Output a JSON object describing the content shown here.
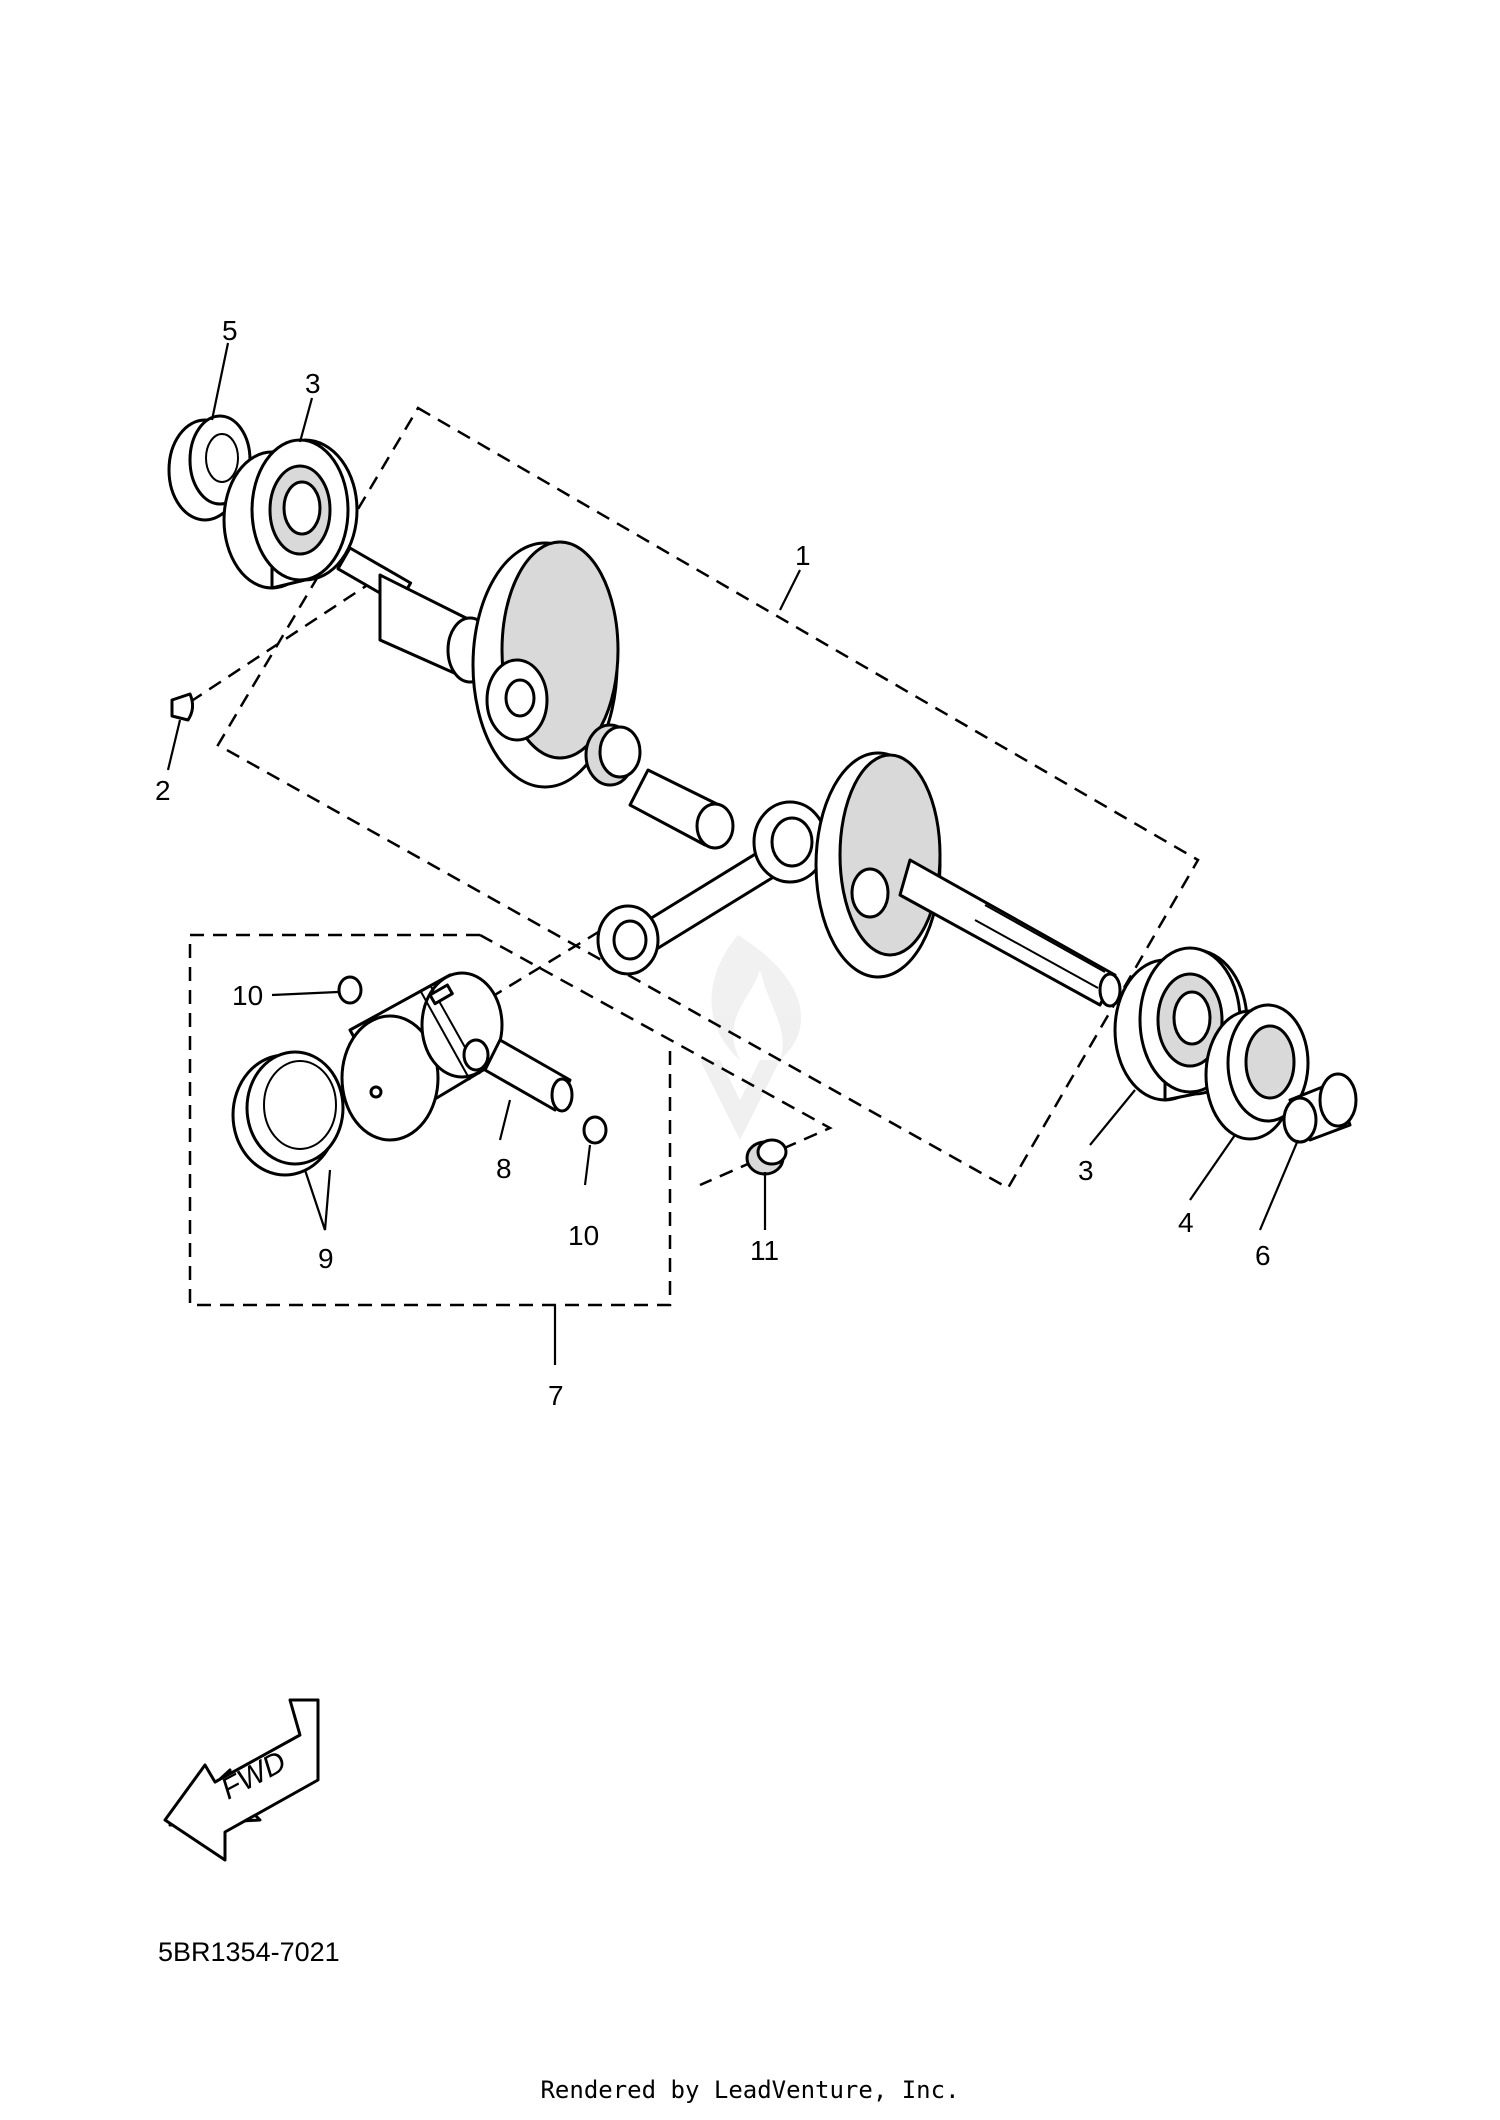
{
  "callouts": {
    "c1": "1",
    "c2": "2",
    "c3a": "3",
    "c3b": "3",
    "c4": "4",
    "c5": "5",
    "c6": "6",
    "c7": "7",
    "c8": "8",
    "c9": "9",
    "c10a": "10",
    "c10b": "10",
    "c11": "11"
  },
  "fwd_label": "FWD",
  "diagram_code": "5BR1354-7021",
  "rendered_by": "Rendered by LeadVenture, Inc.",
  "watermark": "LEADVENTURE"
}
